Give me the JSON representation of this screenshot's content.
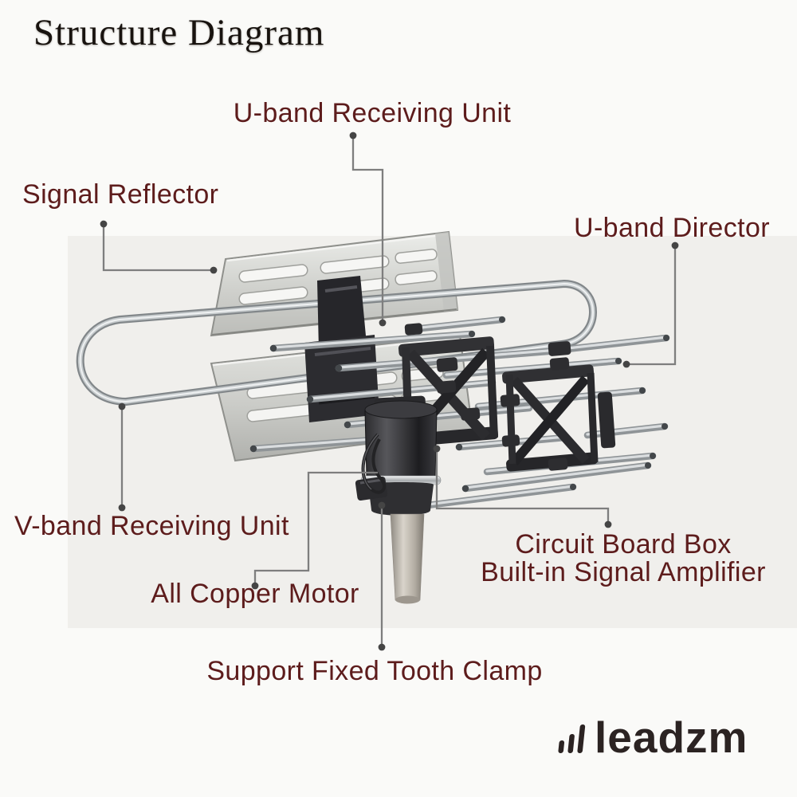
{
  "page": {
    "title": "Structure Diagram"
  },
  "labels": {
    "u_band_receiving": "U-band Receiving Unit",
    "signal_reflector": "Signal Reflector",
    "u_band_director": "U-band Director",
    "v_band_receiving": "V-band Receiving Unit",
    "circuit_board_line1": "Circuit Board Box",
    "circuit_board_line2": "Built-in Signal Amplifier",
    "all_copper_motor": "All Copper Motor",
    "support_clamp": "Support Fixed Tooth Clamp"
  },
  "logo": {
    "brand": "leadzm",
    "icon": "signal-bars-icon"
  },
  "colors": {
    "label": "#5d1c1c",
    "title": "#18130f",
    "leader": "#7e7e7e",
    "dot": "#454545",
    "logo": "#2b2322",
    "page_bg": "#fafaf8",
    "panel_bg": "#f0efec"
  }
}
